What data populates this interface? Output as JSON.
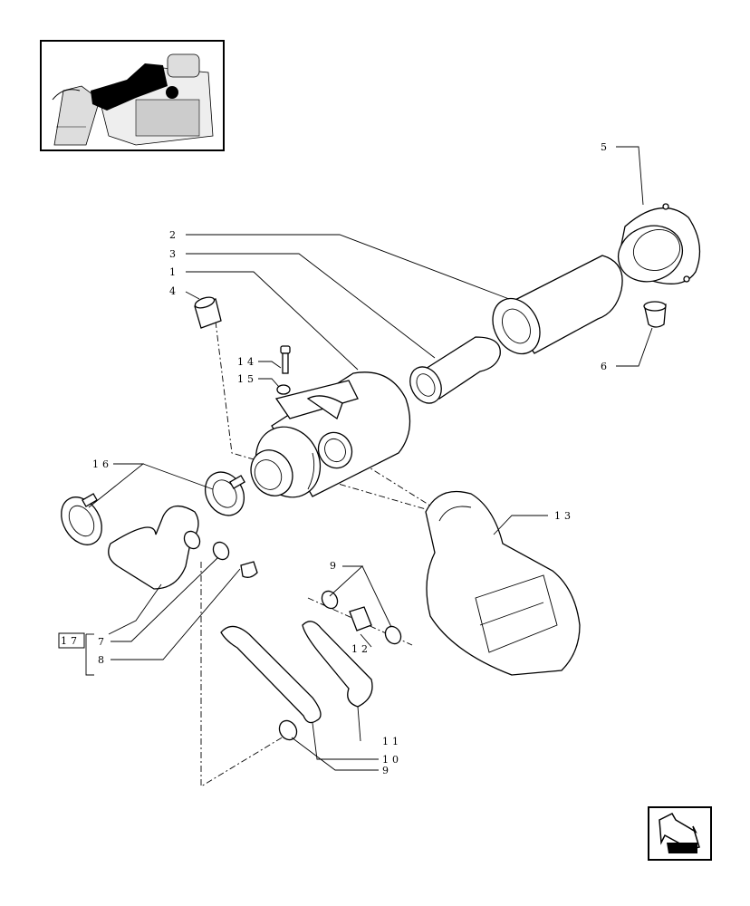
{
  "diagram": {
    "callouts": [
      {
        "id": "c1",
        "text": "1"
      },
      {
        "id": "c2",
        "text": "2"
      },
      {
        "id": "c3",
        "text": "3"
      },
      {
        "id": "c4",
        "text": "4"
      },
      {
        "id": "c5",
        "text": "5"
      },
      {
        "id": "c6",
        "text": "6"
      },
      {
        "id": "c7",
        "text": "7"
      },
      {
        "id": "c8",
        "text": "8"
      },
      {
        "id": "c9a",
        "text": "9"
      },
      {
        "id": "c9b",
        "text": "9"
      },
      {
        "id": "c10",
        "text": "10"
      },
      {
        "id": "c11",
        "text": "11"
      },
      {
        "id": "c12",
        "text": "12"
      },
      {
        "id": "c13",
        "text": "13"
      },
      {
        "id": "c14",
        "text": "14"
      },
      {
        "id": "c15",
        "text": "15"
      },
      {
        "id": "c16",
        "text": "16"
      },
      {
        "id": "c17",
        "text": "17"
      }
    ],
    "icons": {
      "thumbnail": "tractor-engine-thumbnail-icon",
      "nav": "return-arrow-icon"
    }
  }
}
